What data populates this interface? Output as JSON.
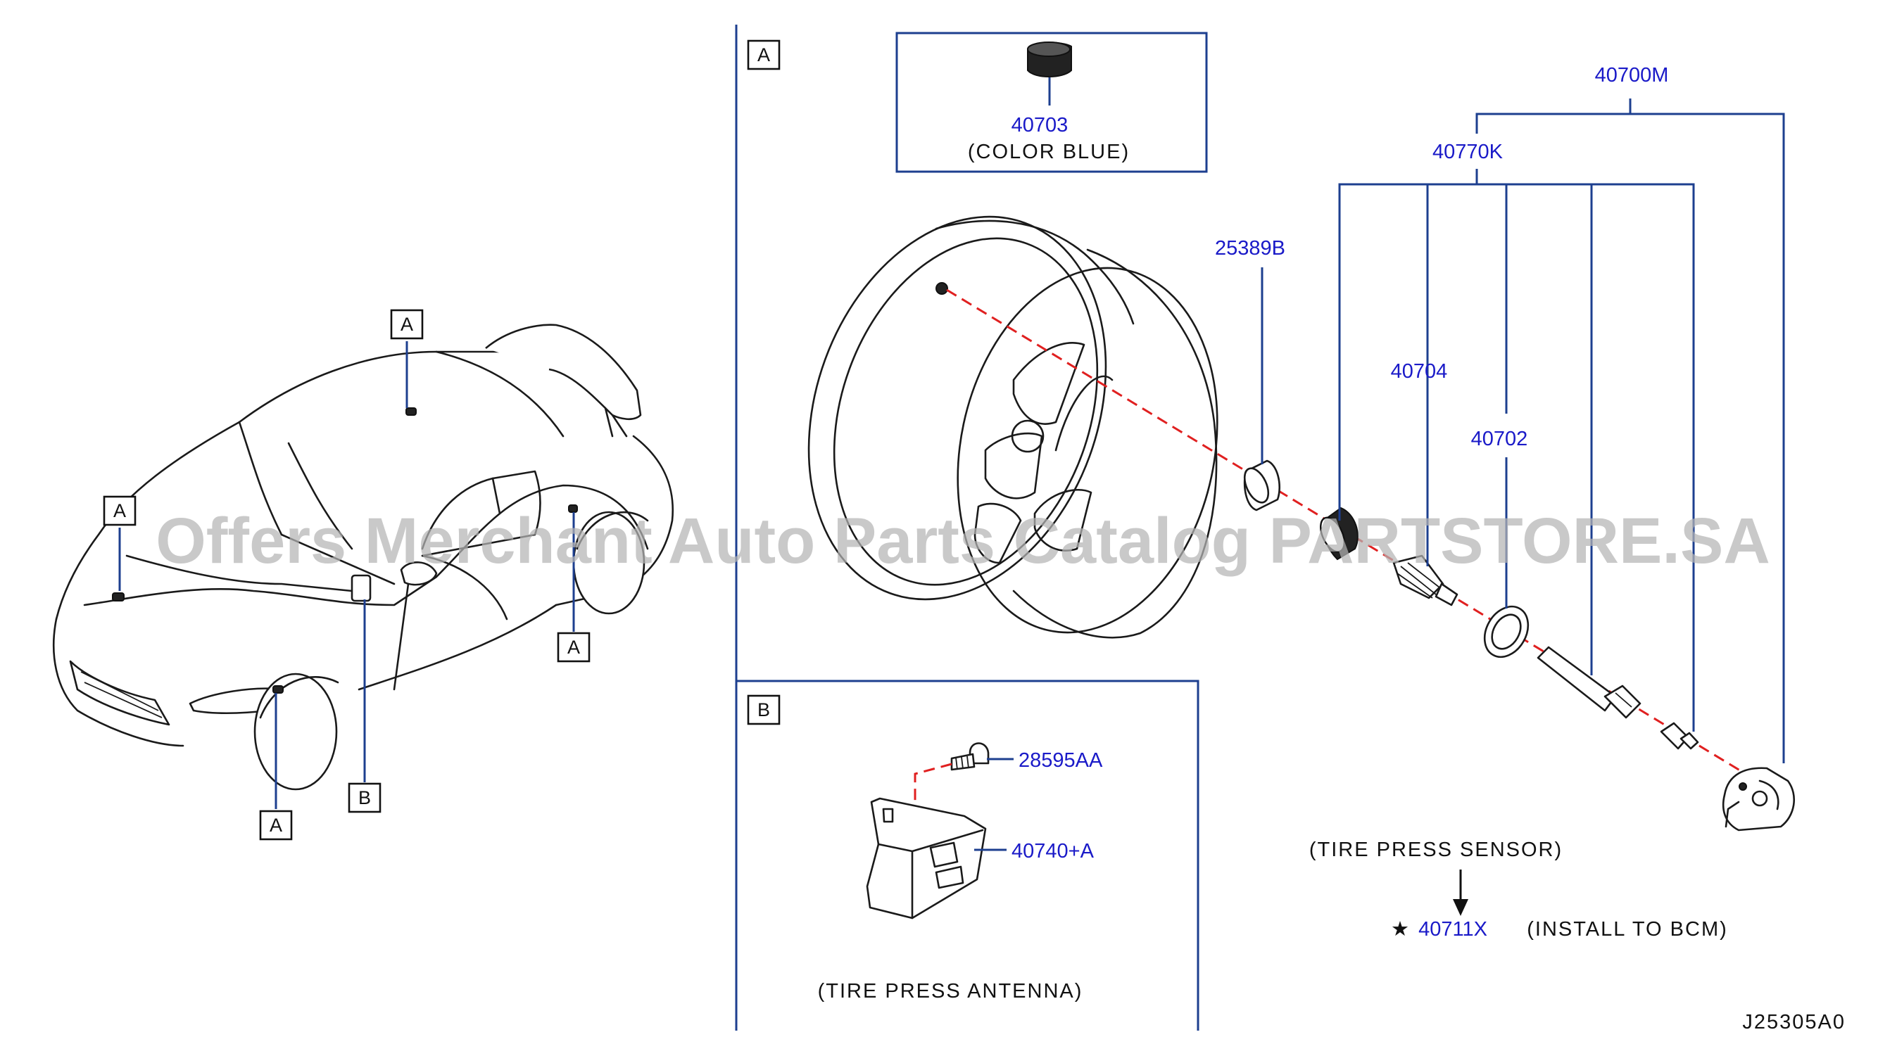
{
  "diagram": {
    "code": "J25305A0",
    "watermark": "Offers Merchant Auto Parts Catalog PARTSTORE.SA",
    "section_a_tag": "A",
    "section_b_tag": "B",
    "car_tags": [
      "A",
      "A",
      "A",
      "A",
      "B"
    ],
    "parts": {
      "valve_cap": {
        "number": "40703",
        "note": "(COLOR   BLUE)"
      },
      "sensor_assy": {
        "number": "40700M"
      },
      "sensor_kit": {
        "number": "40770K"
      },
      "balance_weight": {
        "number": "25389B"
      },
      "valve": {
        "number": "40704"
      },
      "grommet": {
        "number": "40702"
      },
      "antenna_screw": {
        "number": "28595AA"
      },
      "antenna_unit": {
        "number": "40740+A"
      },
      "bcm_id": {
        "number": "40711X"
      }
    },
    "captions": {
      "antenna": "(TIRE   PRESS   ANTENNA)",
      "sensor": "(TIRE   PRESS   SENSOR)",
      "bcm": "(INSTALL   TO   BCM)",
      "star": "★"
    },
    "colors": {
      "part_number": "#1a1ac8",
      "leader": "#1d3f8f",
      "centerline": "#e02020"
    }
  }
}
